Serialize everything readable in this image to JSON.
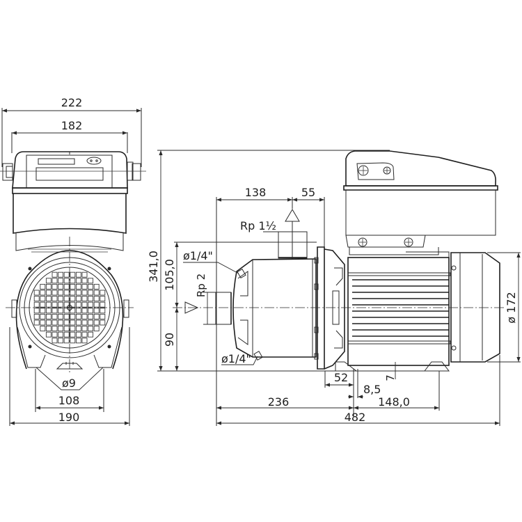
{
  "drawing": {
    "type": "dimensional drawing",
    "subject": "horizontal multistage centrifugal pump with motor and terminal box",
    "units": "mm",
    "line_color": "#2a2a2a",
    "background": "#ffffff"
  },
  "front_view": {
    "dimensions": {
      "overall_width": "222",
      "box_width": "182",
      "hole_diameter": "ø9",
      "foot_hole_spacing": "108",
      "foot_width": "190"
    }
  },
  "side_view": {
    "dimensions": {
      "overall_height": "341,0",
      "upper_axis_to_outlet": "105,0",
      "axis_height": "90",
      "suction_to_outlet": "138",
      "outlet_to_flange": "55",
      "outlet_connection": "Rp 1½",
      "inlet_connection": "Rp 2",
      "drain_top": "ø1/4\"",
      "drain_bottom": "ø1/4\"",
      "motor_diameter": "ø 172",
      "foot_offset": "52",
      "foot_gap": "8,5",
      "foot_height": "7",
      "suction_to_foot": "236",
      "foot_spacing": "148,0",
      "overall_length": "482"
    }
  }
}
